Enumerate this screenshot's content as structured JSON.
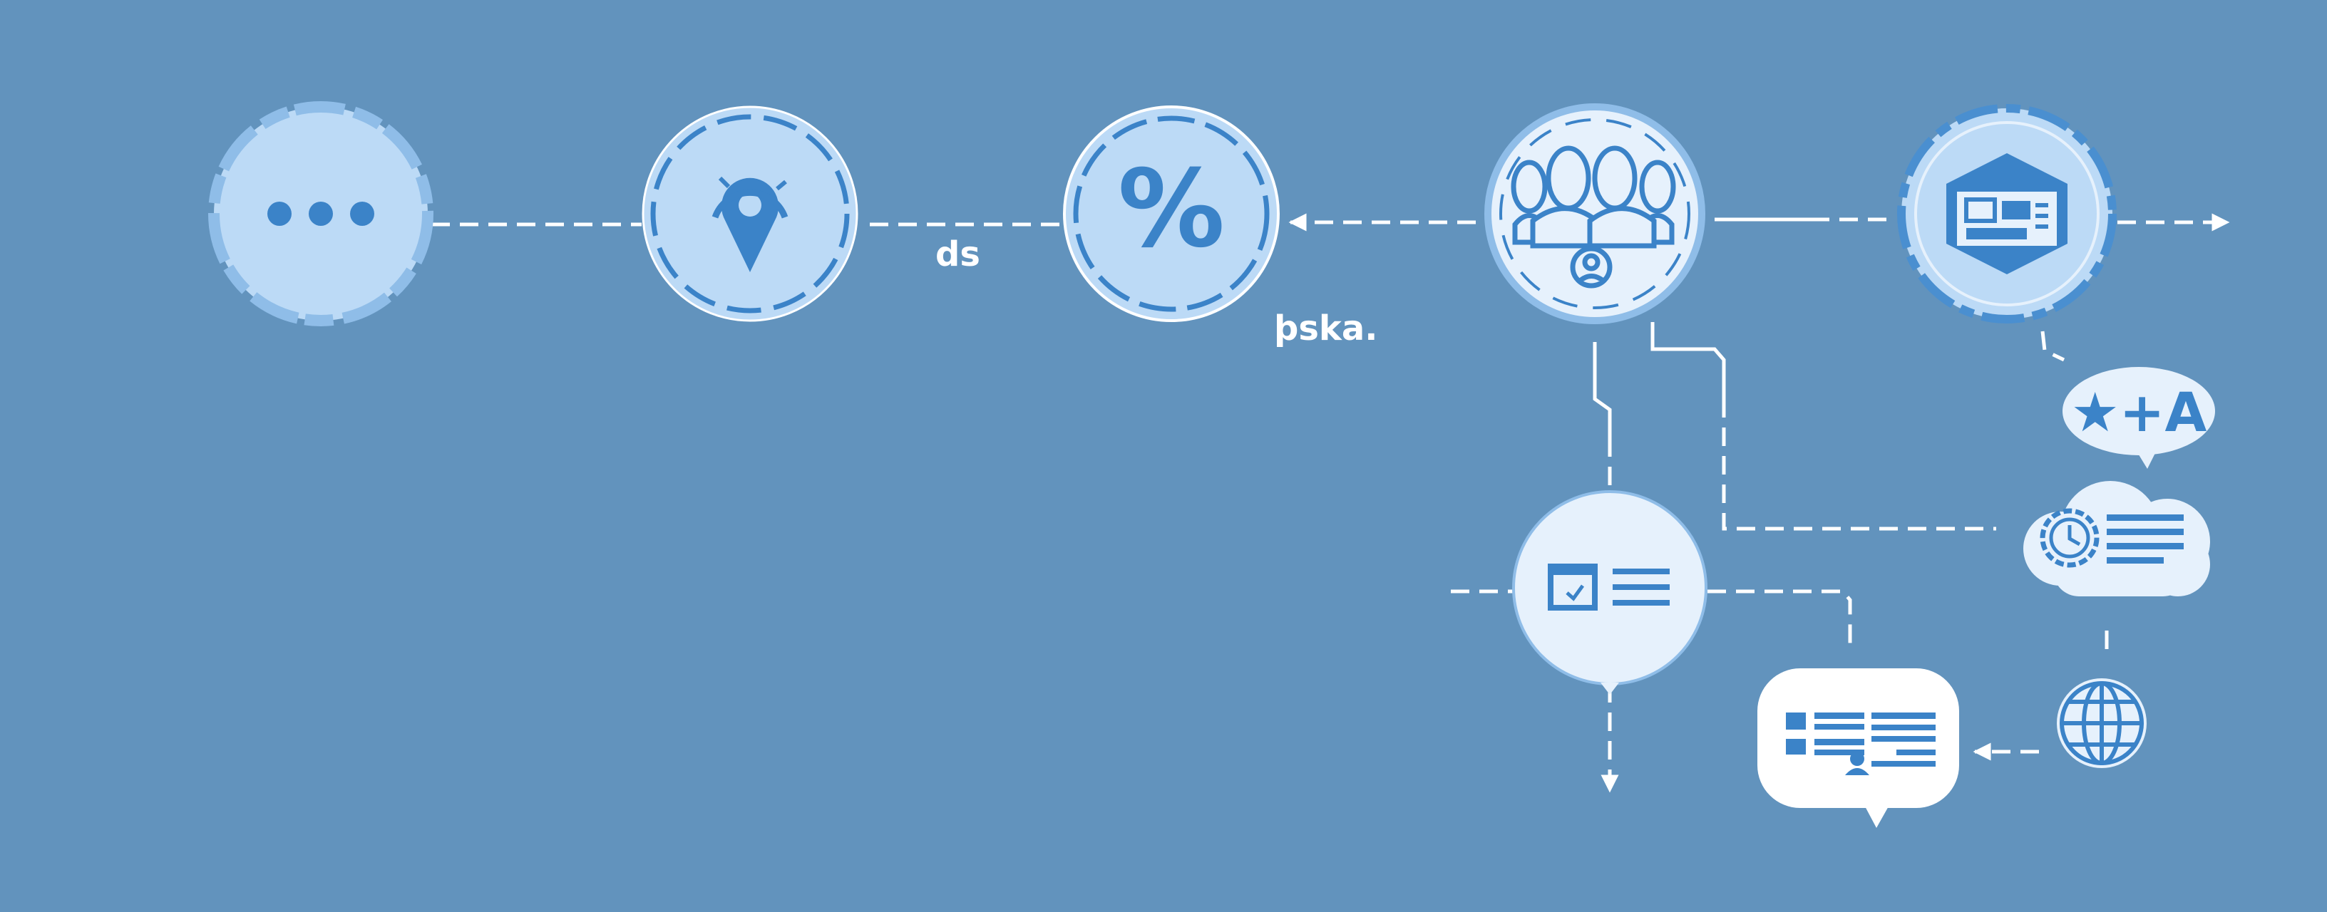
{
  "colors": {
    "background": "#6293bd",
    "node_fill": "#bcdaf6",
    "node_fill_light": "#e6f1fc",
    "node_ring": "#8fbde8",
    "icon": "#3b83c8",
    "line": "#ffffff"
  },
  "nodes": [
    {
      "id": "menu",
      "icon": "ellipsis-icon"
    },
    {
      "id": "location",
      "icon": "location-pin-icon"
    },
    {
      "id": "percent",
      "icon": "percent-icon",
      "text": "%"
    },
    {
      "id": "team",
      "icon": "user-group-icon"
    },
    {
      "id": "browser",
      "icon": "browser-window-icon"
    },
    {
      "id": "checklist",
      "icon": "checklist-icon"
    },
    {
      "id": "translate",
      "icon": "translate-icon",
      "text": "★+A"
    },
    {
      "id": "schedule",
      "icon": "clock-cloud-icon"
    },
    {
      "id": "globe",
      "icon": "globe-icon"
    },
    {
      "id": "profile",
      "icon": "profile-card-icon"
    }
  ],
  "labels": {
    "ds": "ds",
    "pska": "þska."
  }
}
